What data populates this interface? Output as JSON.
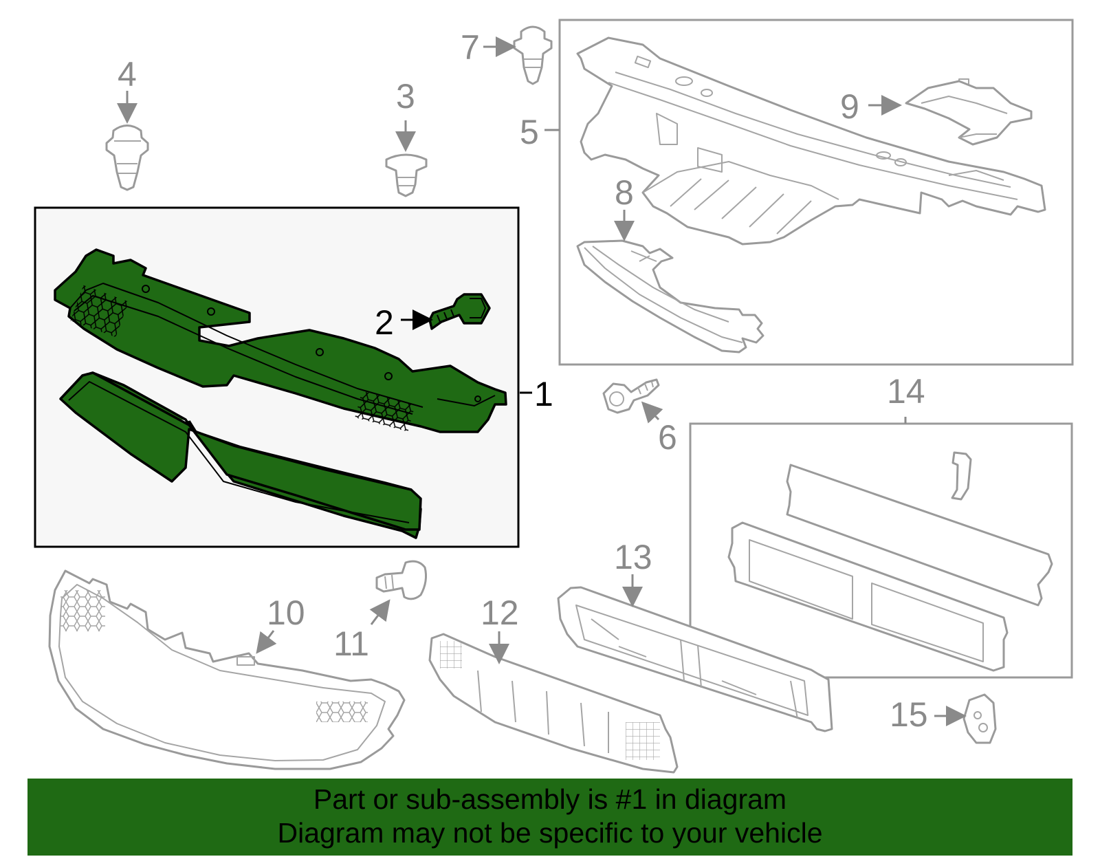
{
  "callouts": {
    "c1": "1",
    "c2": "2",
    "c3": "3",
    "c4": "4",
    "c5": "5",
    "c6": "6",
    "c7": "7",
    "c8": "8",
    "c9": "9",
    "c10": "10",
    "c11": "11",
    "c12": "12",
    "c13": "13",
    "c14": "14",
    "c15": "15"
  },
  "highlighted_part": "1",
  "colors": {
    "highlight": "#1f6a14",
    "line_art": "#9a9a9a"
  },
  "banner": {
    "line1": "Part or sub-assembly is #1 in diagram",
    "line2": "Diagram may not be specific to your vehicle"
  }
}
